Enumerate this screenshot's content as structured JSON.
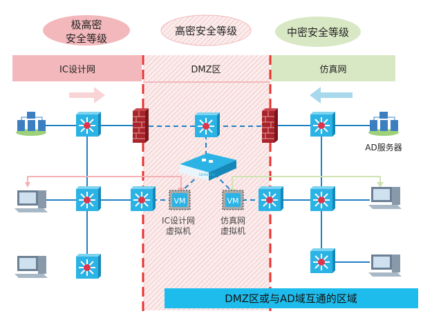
{
  "levels": {
    "left_line1": "极高密",
    "left_line2": "安全等级",
    "middle": "高密安全等级",
    "right": "中密安全等级"
  },
  "zones": {
    "left": "IC设计网",
    "middle": "DMZ区",
    "right": "仿真网"
  },
  "devices": {
    "vm_label": "VM",
    "vm_left_line1": "IC设计网",
    "vm_left_line2": "虚拟机",
    "vm_right_line1": "仿真网",
    "vm_right_line2": "虚拟机",
    "ad_server": "AD服务器",
    "router_brand": "Uniview"
  },
  "banner": "DMZ区或与AD域互通的区域",
  "colors": {
    "pink": "#f2b8bb",
    "green": "#d9e8c4",
    "blue": "#1ebcec",
    "red_dash": "#e8322e",
    "link": "#1f7fc4"
  }
}
